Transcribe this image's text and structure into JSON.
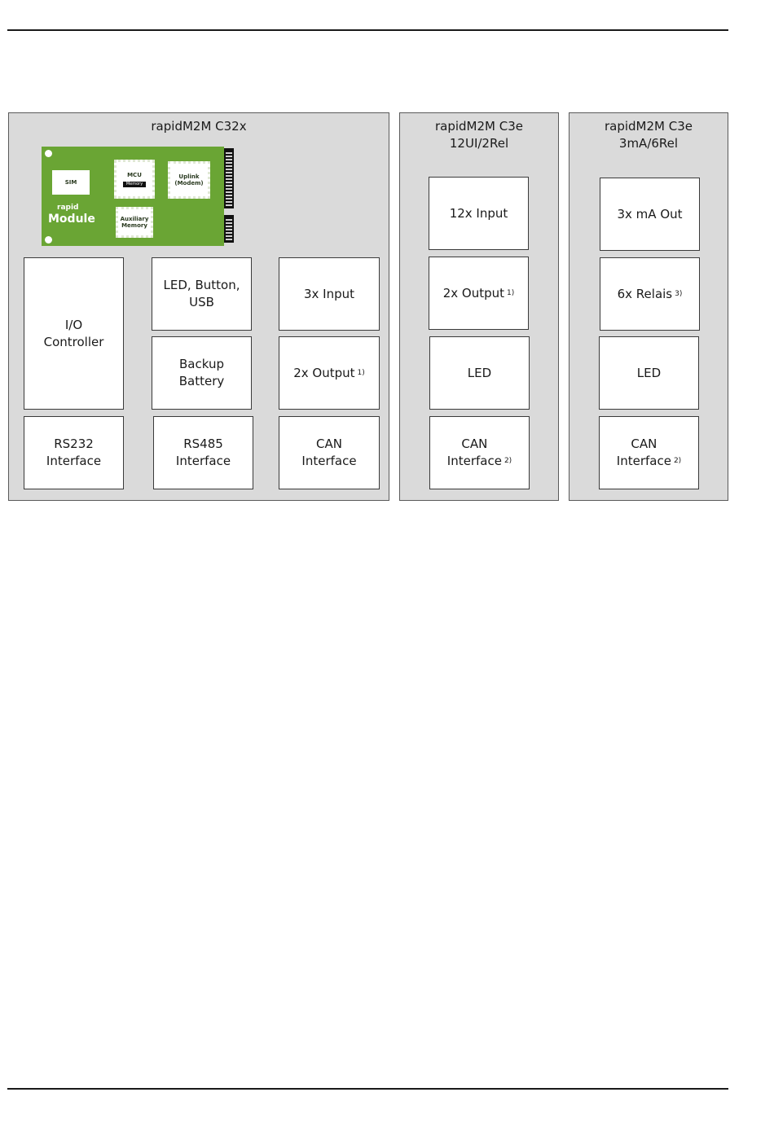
{
  "panels": {
    "c32x": {
      "title": "rapidM2M C32x",
      "module_board": {
        "sim": "SIM",
        "mcu": "MCU",
        "memory_tag": "Memory",
        "uplink": "Uplink\n(Modem)",
        "aux_memory": "Auxiliary\nMemory",
        "brand_small": "rapid",
        "brand_big": "Module",
        "board_color": "#6aa534"
      },
      "io_controller": "I/O\nController",
      "led_button_usb": "LED, Button,\nUSB",
      "input": "3x Input",
      "backup_battery": "Backup\nBattery",
      "output": "2x Output",
      "output_note": "1)",
      "rs232": "RS232\nInterface",
      "rs485": "RS485\nInterface",
      "can": "CAN\nInterface"
    },
    "c3e_12ui": {
      "title": "rapidM2M C3e\n12UI/2Rel",
      "input": "12x Input",
      "output": "2x Output",
      "output_note": "1)",
      "led": "LED",
      "can": "CAN\nInterface",
      "can_note": "2)"
    },
    "c3e_3ma": {
      "title": "rapidM2M C3e\n3mA/6Rel",
      "ma_out": "3x mA Out",
      "relais": "6x Relais",
      "relais_note": "3)",
      "led": "LED",
      "can": "CAN\nInterface",
      "can_note": "2)"
    }
  },
  "colors": {
    "panel_bg": "#dadada",
    "box_bg": "#ffffff"
  }
}
